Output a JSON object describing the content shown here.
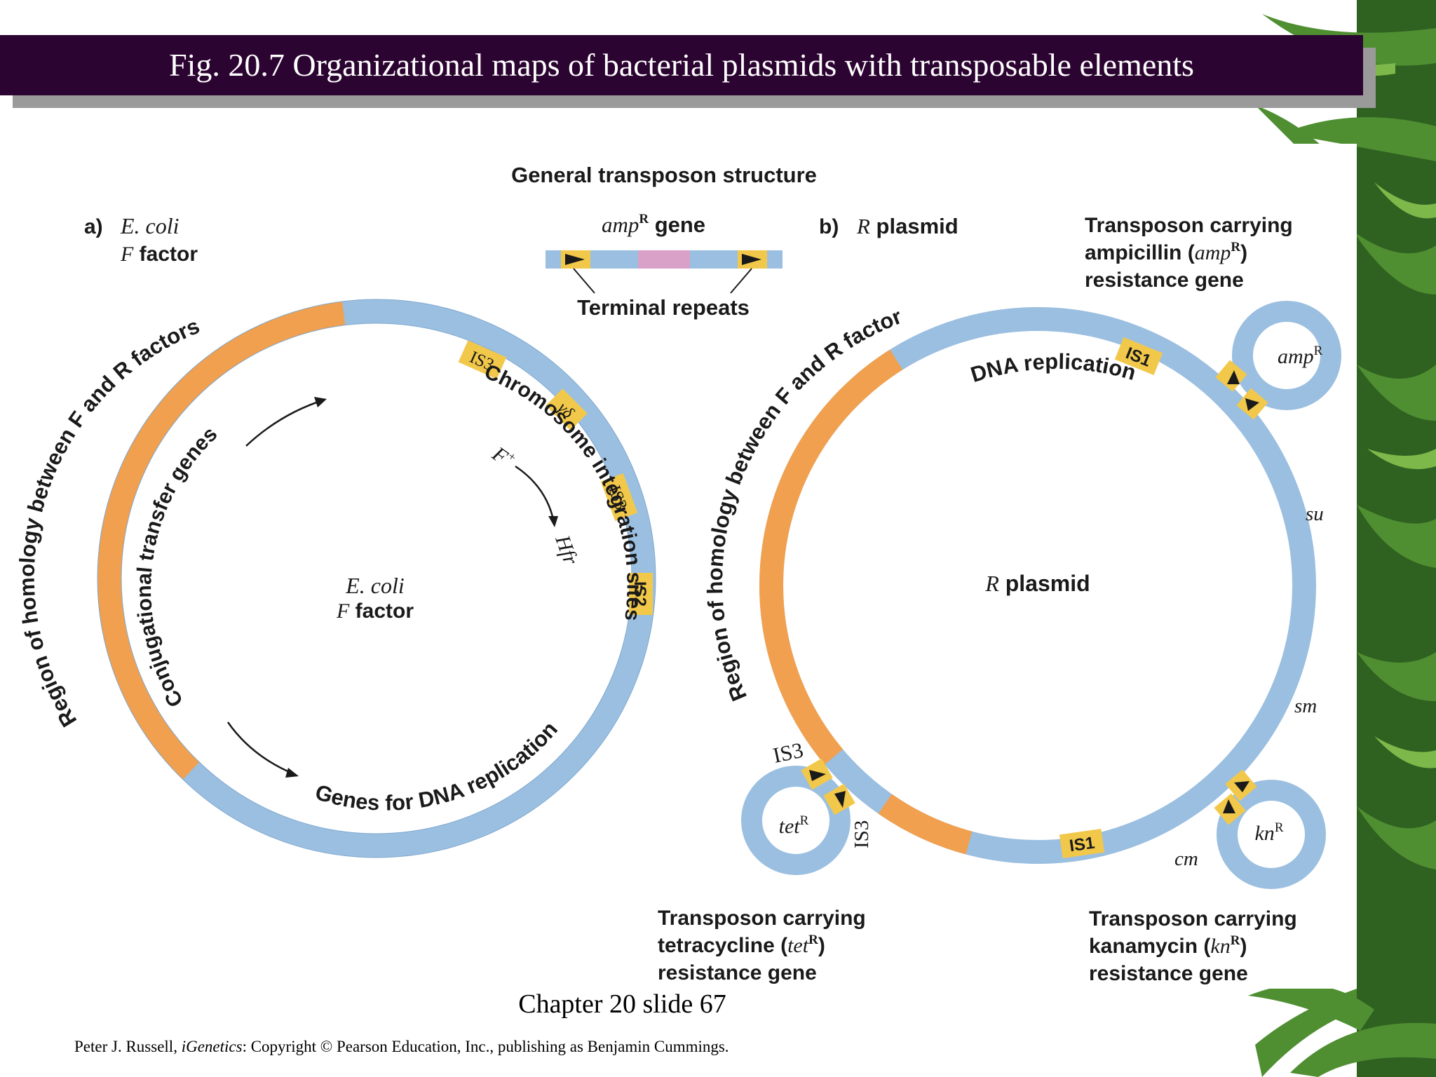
{
  "slide": {
    "title": "Fig. 20.7  Organizational maps of bacterial plasmids with transposable elements",
    "slide_number": "Chapter 20 slide 67",
    "credit_author": "Peter J. Russell, ",
    "credit_book": "iGenetics",
    "credit_rest": ": Copyright © Pearson Education, Inc., publishing as Benjamin Cummings."
  },
  "colors": {
    "title_bg": "#2c0431",
    "dna_blue": "#9bbfe0",
    "homology_orange": "#f0a04e",
    "is_yellow": "#f2c84a",
    "amp_pink": "#d9a0c8",
    "bamboo_green": "#3f7a2a"
  },
  "general": {
    "heading": "General transposon structure",
    "gene_italic": "amp",
    "gene_sup": "R",
    "gene_word": " gene",
    "repeats_label": "Terminal repeats"
  },
  "panel_a": {
    "letter": "a)",
    "species": "E. coli",
    "f_letter": "F",
    "factor_word": " factor",
    "center_species": "E. coli",
    "center_f": "F",
    "center_factor": " factor",
    "homology_label": "Region of homology between F and R factors",
    "conjugation_label": "Conjugational transfer genes",
    "replication_label": "Genes for DNA replication",
    "integration_label": "Chromosome integration sites",
    "f_plus": "F",
    "f_plus_sup": "+",
    "hfr": "Hfr",
    "elements": [
      "IS3",
      "γδ",
      "IS3",
      "IS2"
    ]
  },
  "panel_b": {
    "letter": "b)",
    "r_letter": "R",
    "plasmid_word": " plasmid",
    "center_r": "R",
    "center_plasmid": " plasmid",
    "homology_label": "Region of homology between F and R factor",
    "replication_label": "DNA replication",
    "is1_top": "IS1",
    "is1_bottom": "IS1",
    "is3_left": "IS3",
    "is3_lower": "IS3",
    "su": "su",
    "sm": "sm",
    "cm": "cm",
    "amp_loop": "amp",
    "tet_loop": "tet",
    "kn_loop": "kn",
    "loop_sup": "R",
    "amp_caption": [
      "Transposon carrying",
      "ampicillin (",
      "amp",
      "R",
      ")",
      "resistance gene"
    ],
    "tet_caption": [
      "Transposon carrying",
      "tetracycline (",
      "tet",
      "R",
      ")",
      "resistance gene"
    ],
    "kn_caption": [
      "Transposon carrying",
      "kanamycin (",
      "kn",
      "R",
      ")",
      "resistance gene"
    ]
  }
}
